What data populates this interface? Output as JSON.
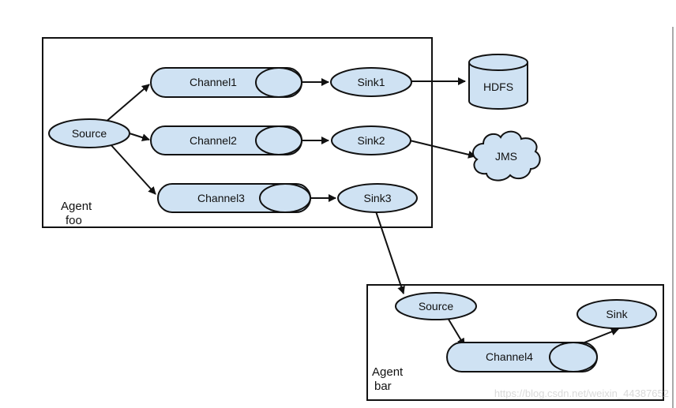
{
  "colors": {
    "node_fill": "#cfe2f3",
    "stroke": "#111111",
    "background": "#ffffff",
    "watermark": "#d9d9d9"
  },
  "agent_foo": {
    "label_line1": "Agent",
    "label_line2": "foo"
  },
  "agent_bar": {
    "label_line1": "Agent",
    "label_line2": "bar"
  },
  "nodes": {
    "source_foo": "Source",
    "channel1": "Channel1",
    "channel2": "Channel2",
    "channel3": "Channel3",
    "sink1": "Sink1",
    "sink2": "Sink2",
    "sink3": "Sink3",
    "hdfs": "HDFS",
    "jms": "JMS",
    "source_bar": "Source",
    "channel4": "Channel4",
    "sink_bar": "Sink"
  },
  "watermark": "https://blog.csdn.net/weixin_44387652"
}
